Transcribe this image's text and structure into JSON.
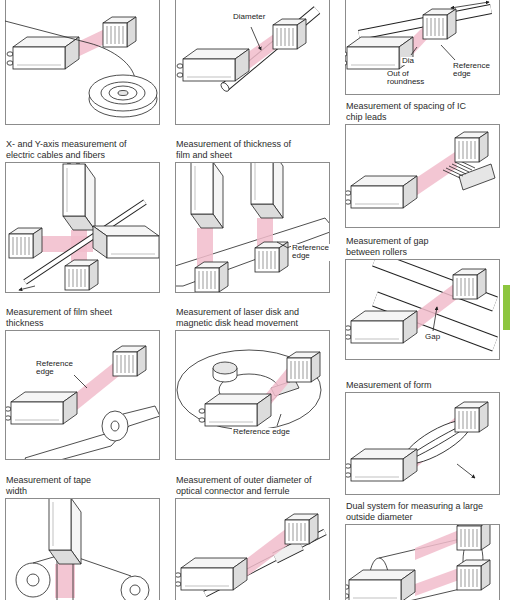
{
  "diagram": {
    "nodes": [
      {
        "text": [
          "Measurement of spacing of IC chip leads"
        ]
      },
      {
        "text": [
          "X- and Y-axis measurement of electric cables and fibers"
        ]
      },
      {
        "text": [
          "Measurement of thickness of film and sheet"
        ]
      },
      {
        "text": [
          "Measurement of gap between rollers"
        ]
      },
      {
        "text": [
          "Measurement of film sheet thickness"
        ]
      },
      {
        "text": [
          "Measurement of laser disk and magnetic disk head movement"
        ]
      },
      {
        "text": [
          "Measurement of form"
        ]
      },
      {
        "text": [
          "Measurement of tape width"
        ]
      },
      {
        "text": [
          "Measurement of outer diameter of optical connector and ferrule"
        ]
      },
      {
        "text": [
          "Dual system for measuring a large outside diameter"
        ]
      }
    ],
    "labels": [
      "Diameter",
      "Dia",
      "Reference edge",
      "Out of roundness",
      "Reference edge",
      "Gap",
      "Reference edge",
      "Reference edge"
    ]
  }
}
